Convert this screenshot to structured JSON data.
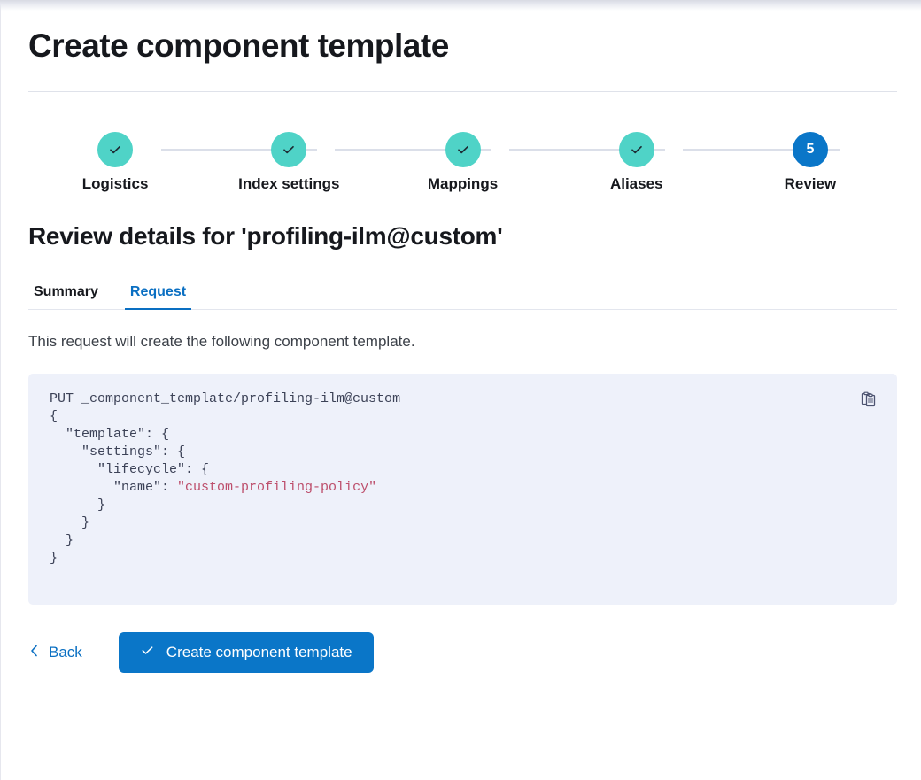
{
  "page": {
    "title": "Create component template"
  },
  "stepper": {
    "steps": [
      {
        "label": "Logistics",
        "state": "complete",
        "marker": "check"
      },
      {
        "label": "Index settings",
        "state": "complete",
        "marker": "check"
      },
      {
        "label": "Mappings",
        "state": "complete",
        "marker": "check"
      },
      {
        "label": "Aliases",
        "state": "complete",
        "marker": "check"
      },
      {
        "label": "Review",
        "state": "current",
        "marker": "5"
      }
    ]
  },
  "review": {
    "heading": "Review details for 'profiling-ilm@custom'",
    "tabs": [
      {
        "label": "Summary",
        "active": false
      },
      {
        "label": "Request",
        "active": true
      }
    ],
    "description": "This request will create the following component template."
  },
  "request": {
    "method_line": "PUT _component_template/profiling-ilm@custom",
    "body_lines": [
      "{",
      "  \"template\": {",
      "    \"settings\": {",
      "      \"lifecycle\": {",
      "        \"name\": ",
      "      }",
      "    }",
      "  }",
      "}"
    ],
    "policy_value": "\"custom-profiling-policy\"",
    "copy_label": "copy-icon"
  },
  "footer": {
    "back_label": "Back",
    "submit_label": "Create component template"
  },
  "colors": {
    "primary_blue": "#0a76c8",
    "link_blue": "#0a6fc2",
    "step_complete_teal": "#4fd3c7",
    "code_background": "#eef1fa",
    "code_text": "#3c4257",
    "code_string": "#bd4f6c",
    "rule": "#dfe2ea"
  }
}
